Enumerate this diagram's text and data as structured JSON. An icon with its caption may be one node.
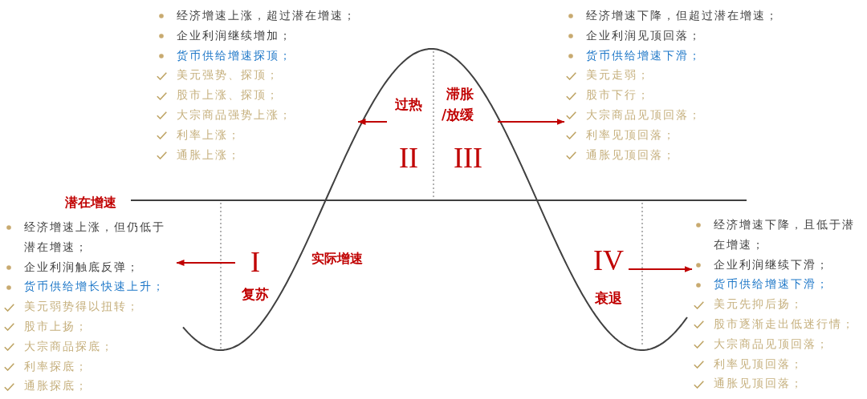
{
  "diagram": {
    "nodes": [
      {
        "text": [
          "经济增速上涨，超过潜在增速；",
          "企业利润继续增加；",
          "货币供给增速探顶；",
          "美元强势、探顶；",
          "股市上涨、探顶；",
          "大宗商品强势上涨；",
          "利率上涨；",
          "通胀上涨；"
        ]
      },
      {
        "text": [
          "经济增速下降，但超过潜在增速；",
          "企业利润见顶回落；",
          "货币供给增速下滑；",
          "美元走弱；",
          "股市下行；",
          "大宗商品见顶回落；",
          "利率见顶回落；",
          "通胀见顶回落；"
        ]
      },
      {
        "text": [
          "过热",
          "II"
        ]
      },
      {
        "text": [
          "滞胀/放缓",
          "III"
        ]
      },
      {
        "text": [
          "经济增速上涨，但仍低于潜在增速；",
          "企业利润触底反弹；",
          "货币供给增长快速上升；",
          "美元弱势得以扭转；",
          "股市上扬；",
          "大宗商品探底；",
          "利率探底；",
          "通胀探底；"
        ]
      },
      {
        "text": [
          "I",
          "复苏"
        ]
      },
      {
        "text": [
          "IV",
          "衰退"
        ]
      },
      {
        "text": [
          "经济增速下降，且低于潜在增速；",
          "企业利润继续下滑；",
          "货币供给增速下滑；",
          "美元先抑后扬；",
          "股市逐渐走出低迷行情；",
          "大宗商品见顶回落；",
          "利率见顶回落；",
          "通胀见顶回落；"
        ]
      }
    ],
    "edges": [
      {
        "from": 2,
        "to": 0,
        "arrow": "to"
      },
      {
        "from": 3,
        "to": 1,
        "arrow": "to"
      },
      {
        "from": 5,
        "to": 4,
        "arrow": "to"
      },
      {
        "from": 6,
        "to": 7,
        "arrow": "to"
      }
    ],
    "labels": [
      "潜在增速",
      "实际增速"
    ]
  }
}
